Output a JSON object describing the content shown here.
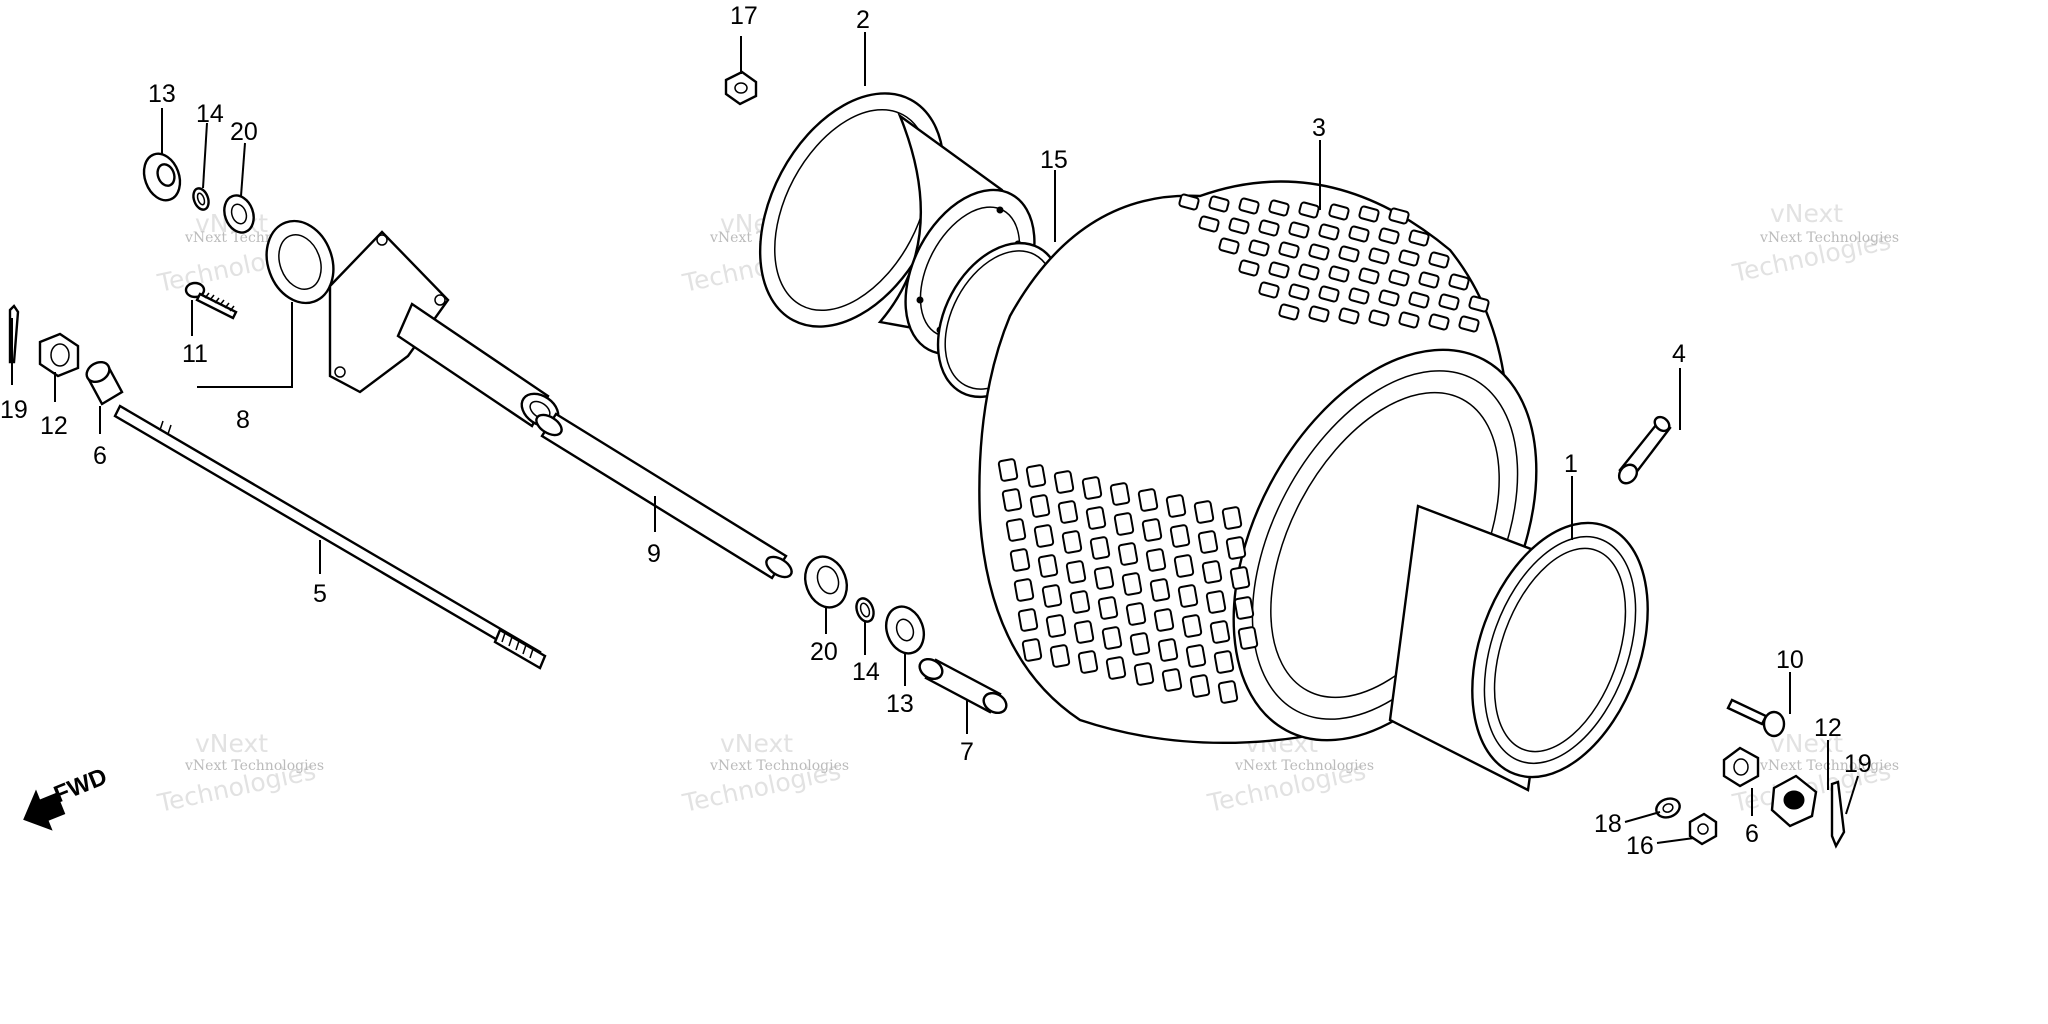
{
  "diagram": {
    "callouts": [
      {
        "id": "c13a",
        "text": "13"
      },
      {
        "id": "c14a",
        "text": "14"
      },
      {
        "id": "c20a",
        "text": "20"
      },
      {
        "id": "c11",
        "text": "11"
      },
      {
        "id": "c8",
        "text": "8"
      },
      {
        "id": "c19a",
        "text": "19"
      },
      {
        "id": "c12a",
        "text": "12"
      },
      {
        "id": "c6a",
        "text": "6"
      },
      {
        "id": "c5",
        "text": "5"
      },
      {
        "id": "c9",
        "text": "9"
      },
      {
        "id": "c17",
        "text": "17"
      },
      {
        "id": "c2",
        "text": "2"
      },
      {
        "id": "c15",
        "text": "15"
      },
      {
        "id": "c3",
        "text": "3"
      },
      {
        "id": "c4",
        "text": "4"
      },
      {
        "id": "c1",
        "text": "1"
      },
      {
        "id": "c20b",
        "text": "20"
      },
      {
        "id": "c14b",
        "text": "14"
      },
      {
        "id": "c13b",
        "text": "13"
      },
      {
        "id": "c7",
        "text": "7"
      },
      {
        "id": "c10",
        "text": "10"
      },
      {
        "id": "c12b",
        "text": "12"
      },
      {
        "id": "c19b",
        "text": "19"
      },
      {
        "id": "c6b",
        "text": "6"
      },
      {
        "id": "c18",
        "text": "18"
      },
      {
        "id": "c16",
        "text": "16"
      }
    ],
    "direction_label": "FWD",
    "watermark": {
      "line1": "vNext Technologies",
      "line2": "vNext",
      "line3": "Technologies"
    }
  }
}
